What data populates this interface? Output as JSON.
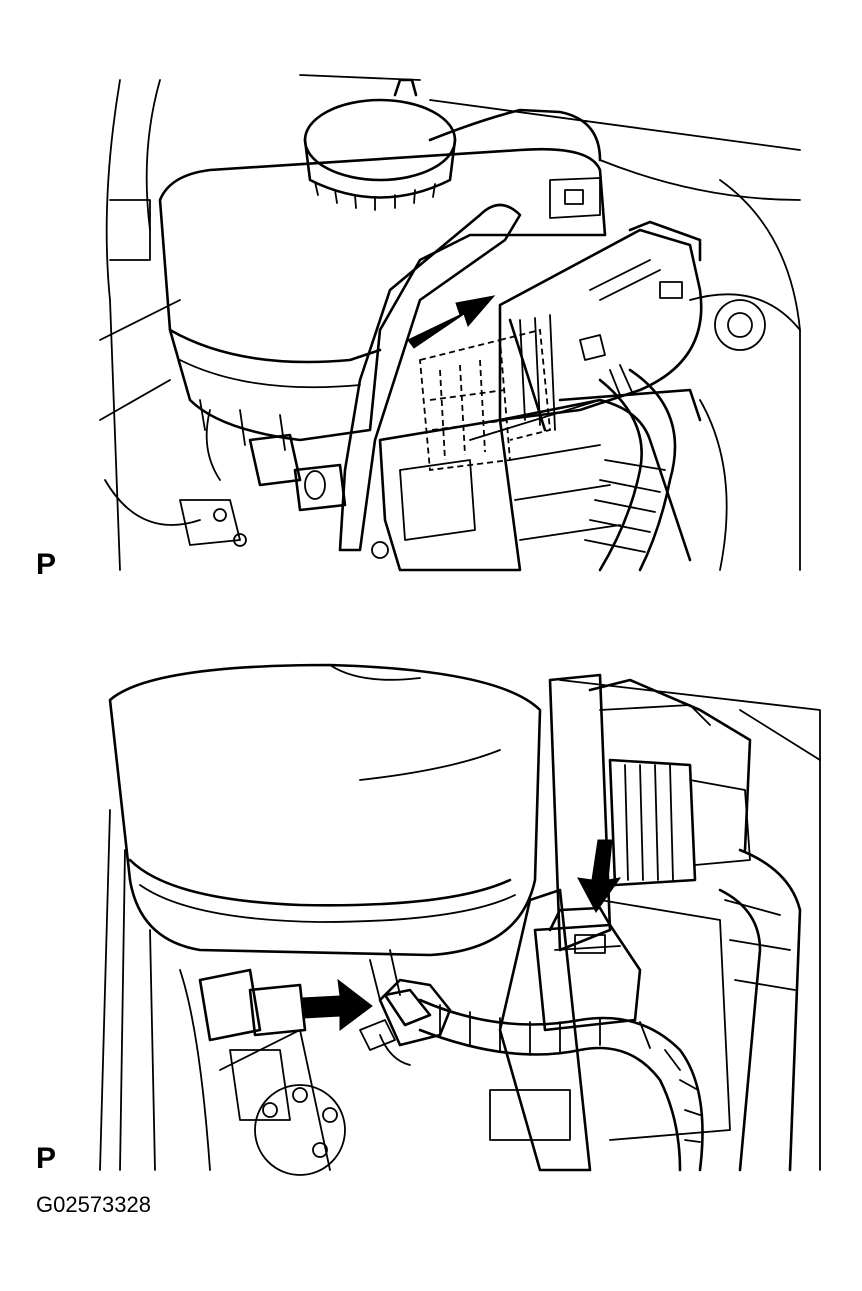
{
  "panels": [
    {
      "label": "P"
    },
    {
      "label": "P"
    }
  ],
  "figure_id": "G02573328"
}
